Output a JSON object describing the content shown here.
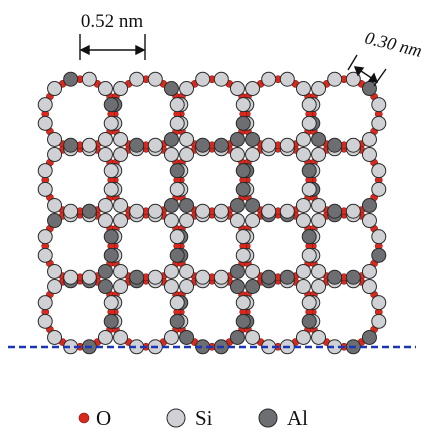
{
  "annotations": {
    "spacing_label": "0.52 nm",
    "ring_label": "0.30 nm"
  },
  "legend": [
    {
      "symbol": "O",
      "label": "O",
      "color": "#d9281e"
    },
    {
      "symbol": "Si",
      "label": "Si",
      "color": "#cfd1d4"
    },
    {
      "symbol": "Al",
      "label": "Al",
      "color": "#6c6e71"
    }
  ],
  "colors": {
    "bond": "#222222",
    "cut_line": "#1a35b8",
    "atom_outline": "#2a2a2a"
  },
  "lattice": {
    "rows": 4,
    "columns": 5,
    "al_fraction_note": "random"
  }
}
